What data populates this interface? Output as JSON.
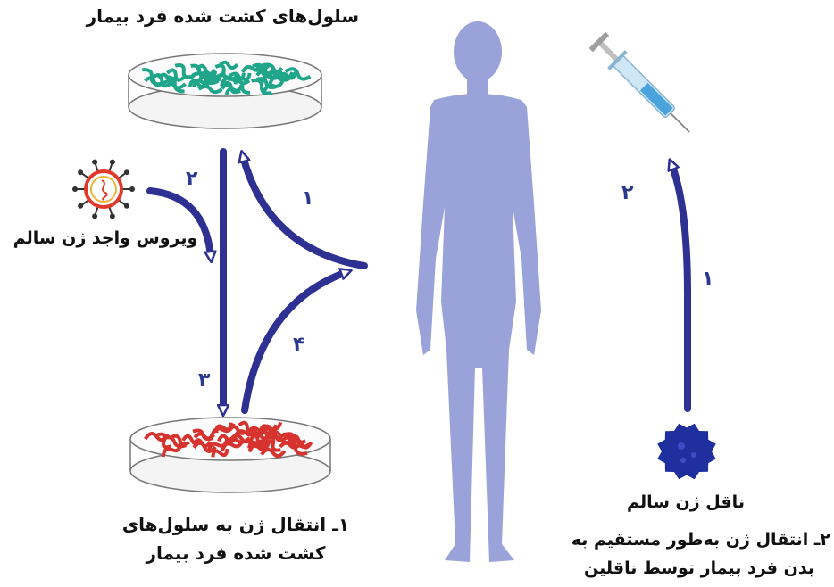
{
  "labels": {
    "top_dish": "سلول‌های کشت شده فرد بیمار",
    "virus": "ویروس واجد ژن سالم",
    "method1_line1": "۱ـ انتقال ژن به سلول‌های",
    "method1_line2": "کشت شده فرد بیمار",
    "vector": "ناقل ژن سالم",
    "method2_line1": "۲ـ انتقال ژن به‌طور مستقیم به",
    "method2_line2": "بدن فرد بیمار توسط ناقلین"
  },
  "step_numbers": {
    "patient_to_top_dish": "۱",
    "virus_to_cells": "۲",
    "top_to_bottom_dish": "۳",
    "bottom_dish_to_patient": "۴",
    "vector_to_syringe": "۱",
    "syringe": "۲"
  },
  "colors": {
    "arrow": "#2e3192",
    "body": "#9aa3d9",
    "green_cells": "#1fa58a",
    "red_cells": "#d6332f",
    "syringe": "#4aa3dd",
    "vector_blob": "#1f2f9e",
    "virus_ring": "#e23a2a"
  }
}
